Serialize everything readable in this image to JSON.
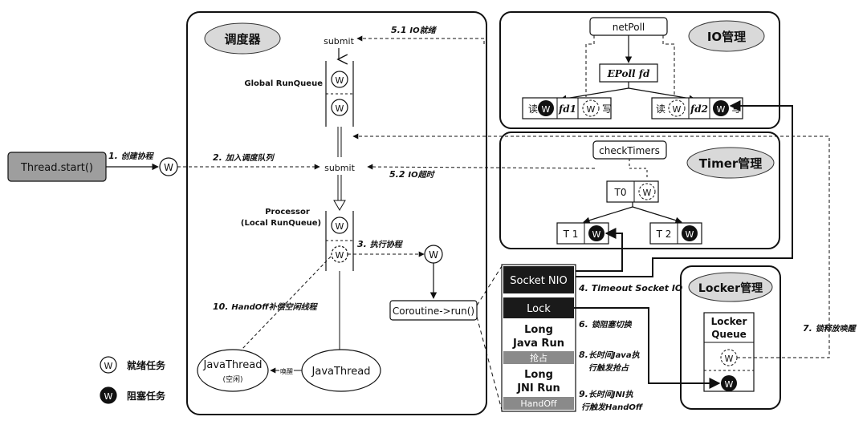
{
  "thread_start": "Thread.start()",
  "scheduler": {
    "title": "调度器",
    "submit_top": "submit",
    "submit_mid": "submit",
    "global_runqueue": "Global RunQueue",
    "processor_line1": "Processor",
    "processor_line2": "(Local RunQueue)",
    "coroutine_run": "Coroutine->run()",
    "java_thread_idle": "JavaThread",
    "java_thread_idle_sub": "(空闲)",
    "java_thread": "JavaThread",
    "wake_label": "唤醒"
  },
  "io_mgr": {
    "title": "IO管理",
    "netpoll": "netPoll",
    "epoll": "EPoll fd",
    "read1": "读",
    "fd1": "fd1",
    "write1": "写",
    "read2": "读",
    "fd2": "fd2",
    "write2": "写"
  },
  "timer_mgr": {
    "title": "Timer管理",
    "check_timers": "checkTimers",
    "t0": "T0",
    "t1": "T 1",
    "t2": "T 2"
  },
  "locker_mgr": {
    "title": "Locker管理",
    "queue_line1": "Locker",
    "queue_line2": "Queue"
  },
  "exec_stack": {
    "socket_nio": "Socket NIO",
    "lock": "Lock",
    "long_java_1": "Long",
    "long_java_2": "Java Run",
    "preempt": "抢占",
    "long_jni_1": "Long",
    "long_jni_2": "JNI Run",
    "handoff": "HandOff"
  },
  "w_letter": "W",
  "steps": {
    "s1_num": "1.",
    "s1_text": "创建协程",
    "s2_num": "2.",
    "s2_text": "加入调度队列",
    "s3_num": "3.",
    "s3_text": "执行协程",
    "s4_num": "4.",
    "s4_text": "Timeout Socket IO",
    "s51_num": "5.1",
    "s51_text": "IO就绪",
    "s52_num": "5.2",
    "s52_text": "IO超时",
    "s6_num": "6.",
    "s6_text": "锁阻塞切换",
    "s7_num": "7.",
    "s7_text": "锁释放唤醒",
    "s8_num": "8.",
    "s8_line1": "长时间Java执",
    "s8_line2": "行触发抢占",
    "s9_num": "9.",
    "s9_line1": "长时间JNI执",
    "s9_line2": "行触发HandOff",
    "s10_num": "10.",
    "s10_text": "HandOff补偿空闲线程"
  },
  "legend": {
    "ready": "就绪任务",
    "blocked": "阻塞任务"
  },
  "colors": {
    "blocked_fill": "#111111",
    "socket_nio_bg": "#1a1a1a",
    "lock_bg": "#1a1a1a",
    "preempt_bg": "#8a8a8a",
    "thread_start_bg": "#9e9e9e",
    "label_pill_bg": "#d9d9d9"
  }
}
